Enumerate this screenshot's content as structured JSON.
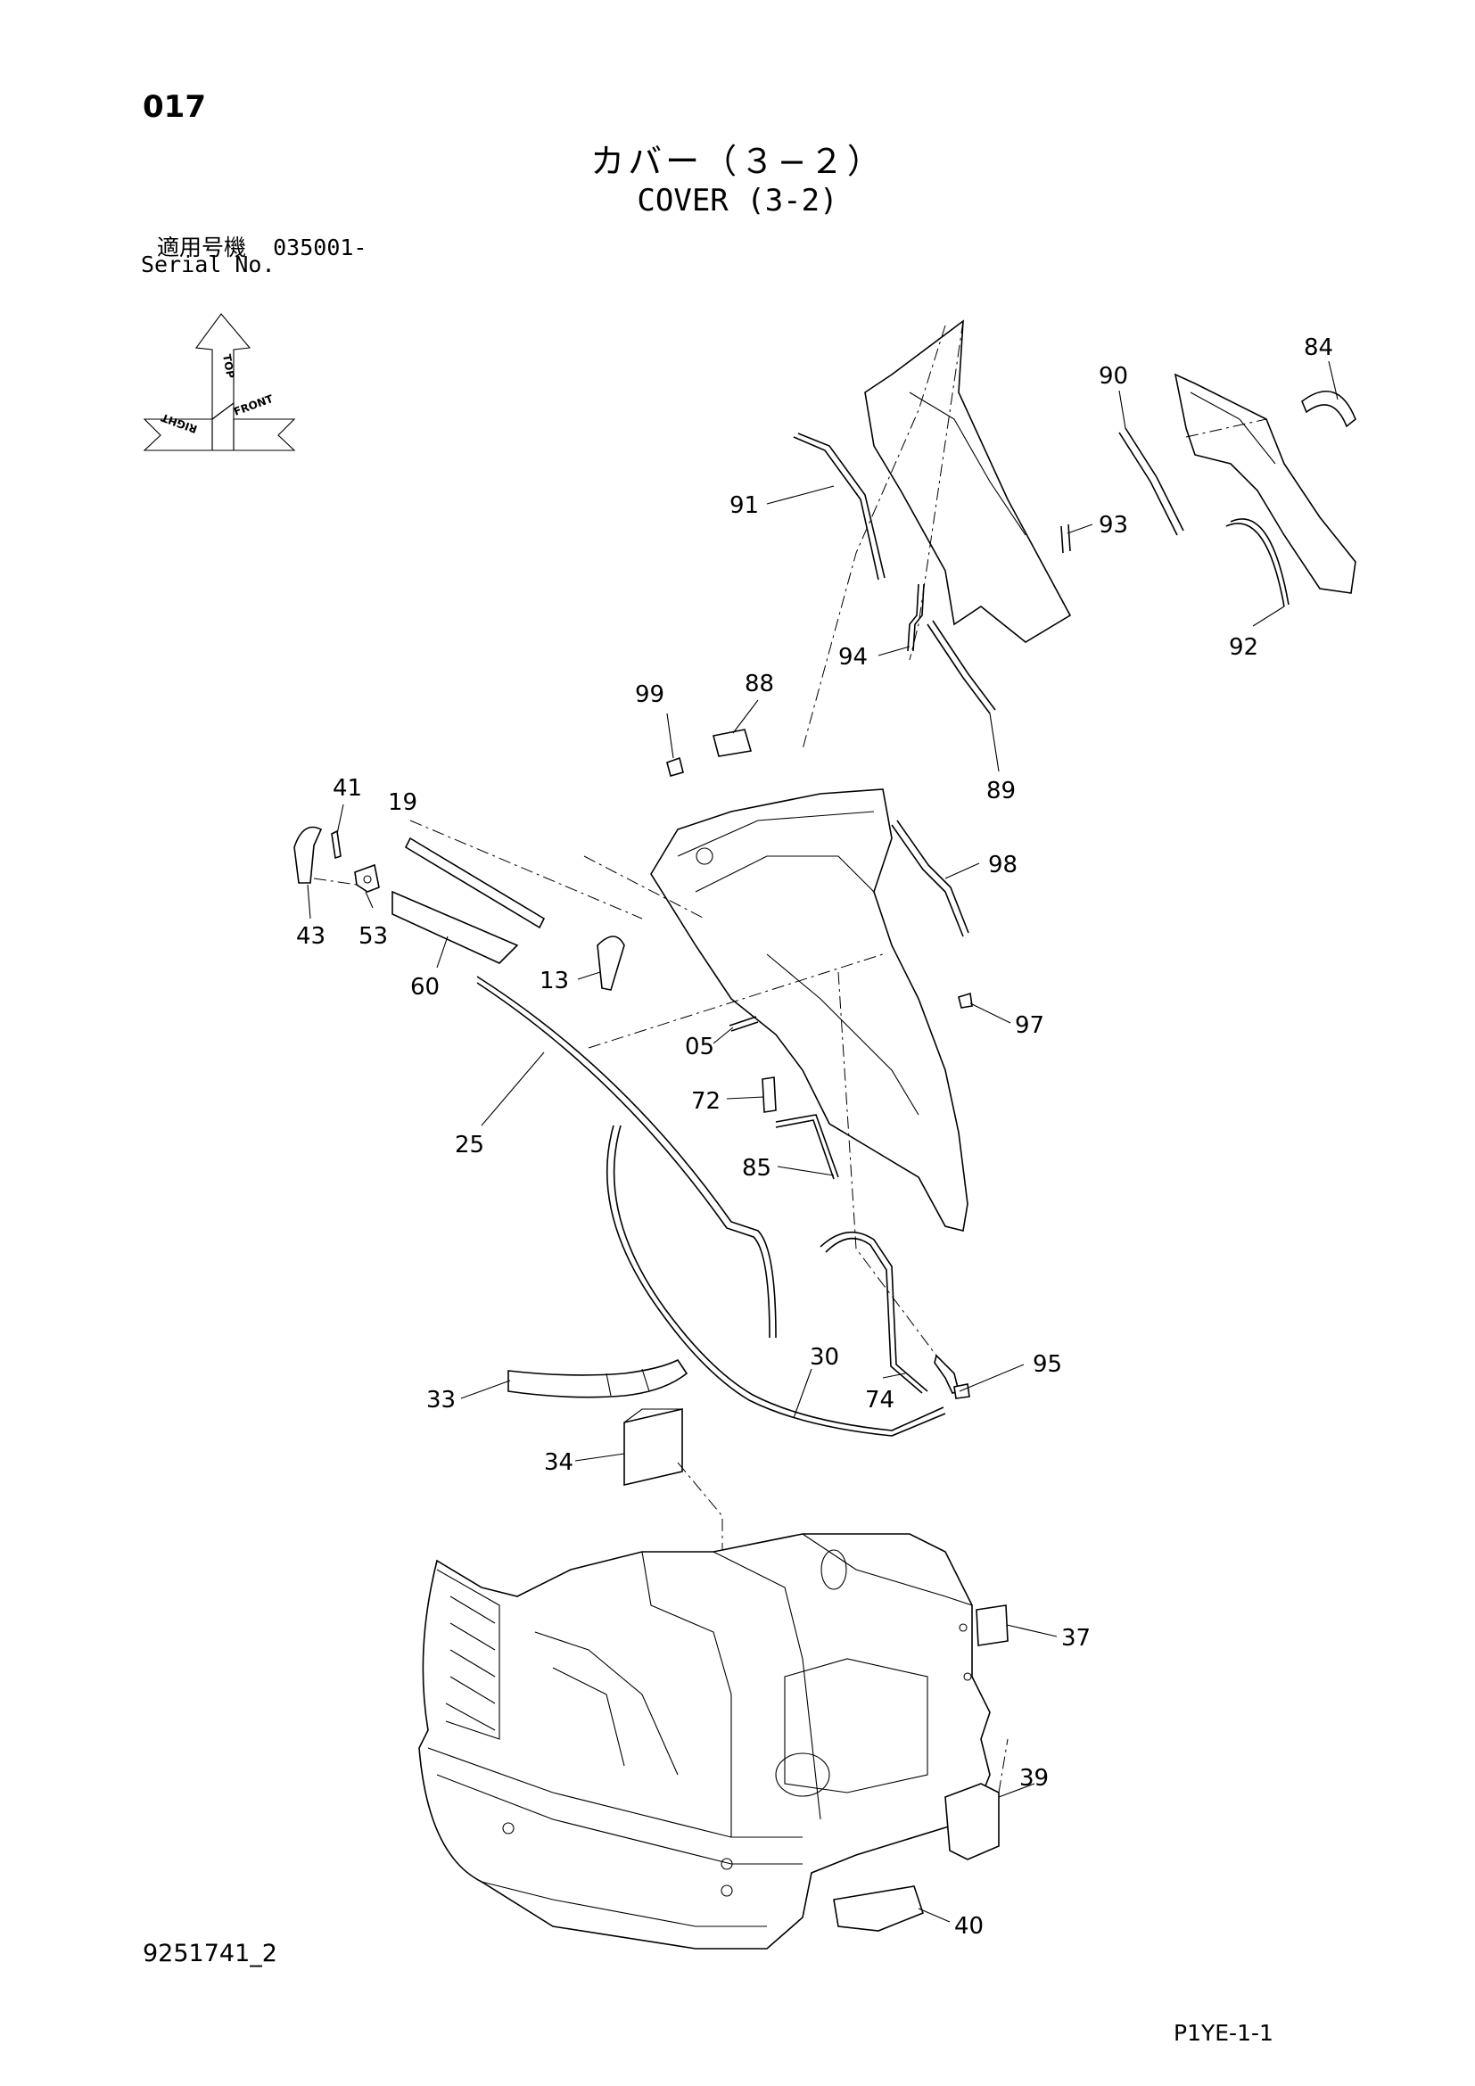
{
  "header": {
    "page_number": "017",
    "title_ja": "カバー（３−２）",
    "title_en": "COVER (3-2)",
    "serial_label_ja": "適用号機",
    "serial_value": "035001-",
    "serial_label_en": "Serial No."
  },
  "orientation": {
    "top": "TOP",
    "right": "RIGHT",
    "front": "FRONT"
  },
  "callouts": {
    "c84": "84",
    "c90": "90",
    "c91": "91",
    "c93": "93",
    "c92": "92",
    "c94": "94",
    "c89": "89",
    "c99": "99",
    "c88": "88",
    "c41": "41",
    "c19": "19",
    "c98": "98",
    "c43": "43",
    "c53": "53",
    "c60": "60",
    "c13": "13",
    "c97": "97",
    "c05": "05",
    "c72": "72",
    "c25": "25",
    "c85": "85",
    "c30": "30",
    "c95": "95",
    "c33": "33",
    "c74": "74",
    "c34": "34",
    "c37": "37",
    "c39": "39",
    "c40": "40"
  },
  "footer": {
    "doc_number": "9251741_2",
    "page_ref": "P1YE-1-1"
  }
}
